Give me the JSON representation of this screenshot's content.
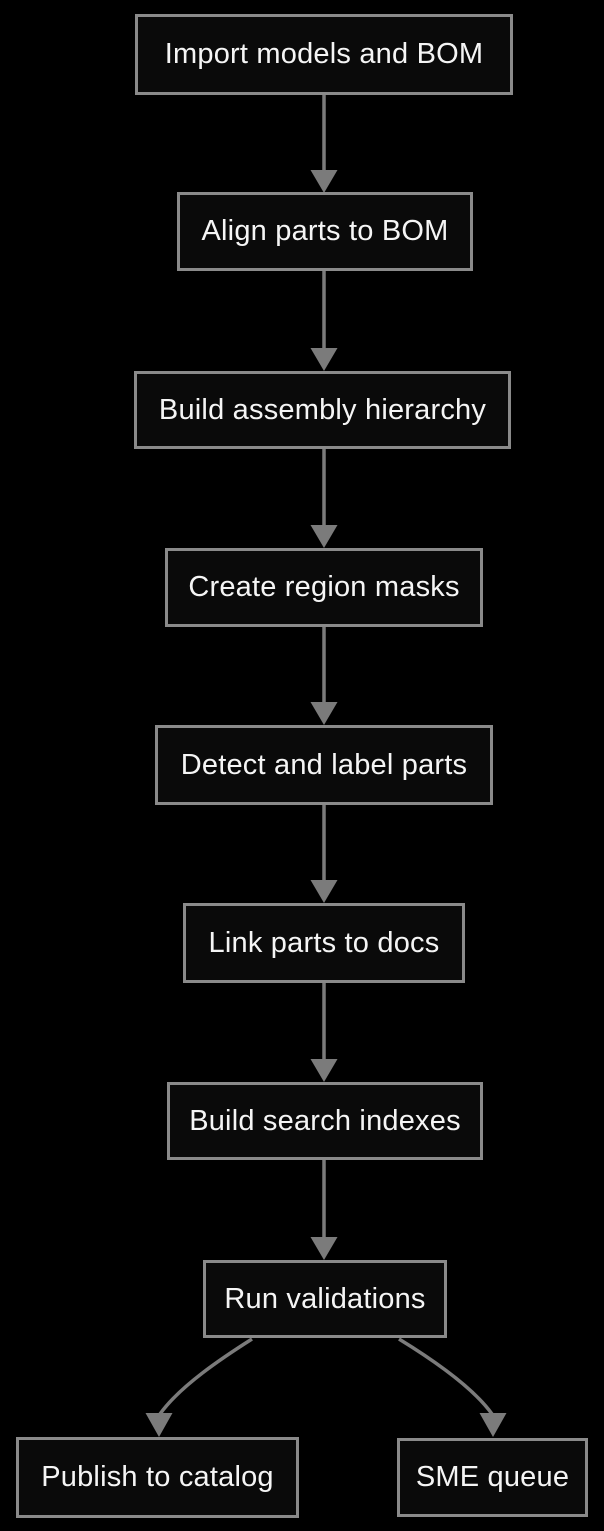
{
  "diagram": {
    "type": "flowchart",
    "background_color": "#000000",
    "node_fill_color": "#0a0a0a",
    "node_border_color": "#8a8a8a",
    "edge_color": "#7b7b7b",
    "text_color": "#f5f5f5",
    "nodes": [
      {
        "id": "import",
        "label": "Import models and BOM"
      },
      {
        "id": "align",
        "label": "Align parts to BOM"
      },
      {
        "id": "hierarchy",
        "label": "Build assembly hierarchy"
      },
      {
        "id": "masks",
        "label": "Create region masks"
      },
      {
        "id": "detect",
        "label": "Detect and label parts"
      },
      {
        "id": "link",
        "label": "Link parts to docs"
      },
      {
        "id": "indexes",
        "label": "Build search indexes"
      },
      {
        "id": "validations",
        "label": "Run validations"
      },
      {
        "id": "publish",
        "label": "Publish to catalog"
      },
      {
        "id": "sme",
        "label": "SME queue"
      }
    ],
    "edges": [
      {
        "from": "Import models and BOM",
        "to": "Align parts to BOM"
      },
      {
        "from": "Align parts to BOM",
        "to": "Build assembly hierarchy"
      },
      {
        "from": "Build assembly hierarchy",
        "to": "Create region masks"
      },
      {
        "from": "Create region masks",
        "to": "Detect and label parts"
      },
      {
        "from": "Detect and label parts",
        "to": "Link parts to docs"
      },
      {
        "from": "Link parts to docs",
        "to": "Build search indexes"
      },
      {
        "from": "Build search indexes",
        "to": "Run validations"
      },
      {
        "from": "Run validations",
        "to": "Publish to catalog"
      },
      {
        "from": "Run validations",
        "to": "SME queue"
      }
    ]
  }
}
